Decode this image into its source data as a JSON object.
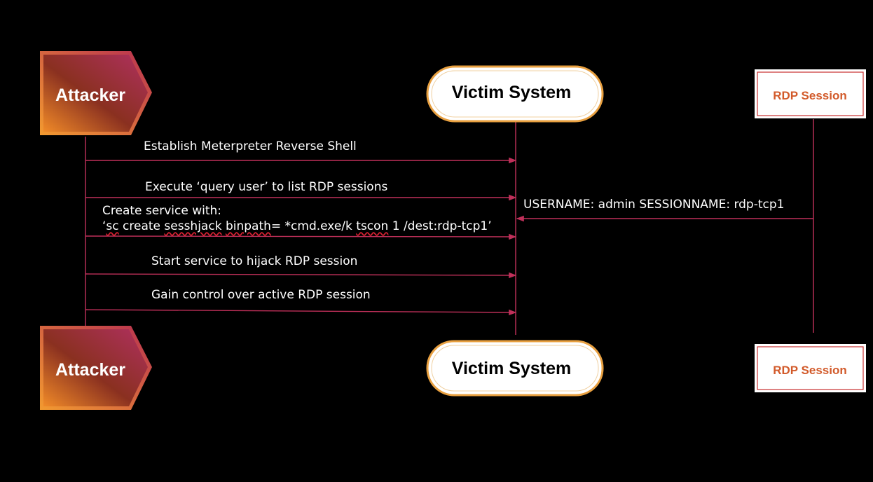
{
  "participants": {
    "attacker": "Attacker",
    "victim": "Victim System",
    "rdp": "RDP Session"
  },
  "messages": [
    {
      "text": "Establish Meterpreter Reverse Shell",
      "from": "attacker",
      "to": "victim"
    },
    {
      "text": "Execute ‘query user’ to list RDP sessions",
      "from": "attacker",
      "to": "victim"
    },
    {
      "text": "USERNAME: admin SESSIONNAME: rdp-tcp1",
      "from": "rdp",
      "to": "victim"
    },
    {
      "text_line1": "Create service with:",
      "text_line2_parts": [
        "‘",
        "sc",
        " create ",
        "sesshjack",
        " ",
        "binpath",
        "= *cmd.exe/k ",
        "tscon",
        " 1 /dest:rdp-tcp1’"
      ],
      "from": "attacker",
      "to": "victim"
    },
    {
      "text": "Start service to hijack RDP session",
      "from": "attacker",
      "to": "victim"
    },
    {
      "text": "Gain control over active RDP session",
      "from": "attacker",
      "to": "victim"
    }
  ],
  "colors": {
    "background": "#000000",
    "line": "#c0305a",
    "attacker_gradient": [
      "#f0902a",
      "#a8305a"
    ],
    "victim_border": "#e8a040",
    "rdp_text": "#d25a2a",
    "rdp_border": "#c8302f"
  }
}
